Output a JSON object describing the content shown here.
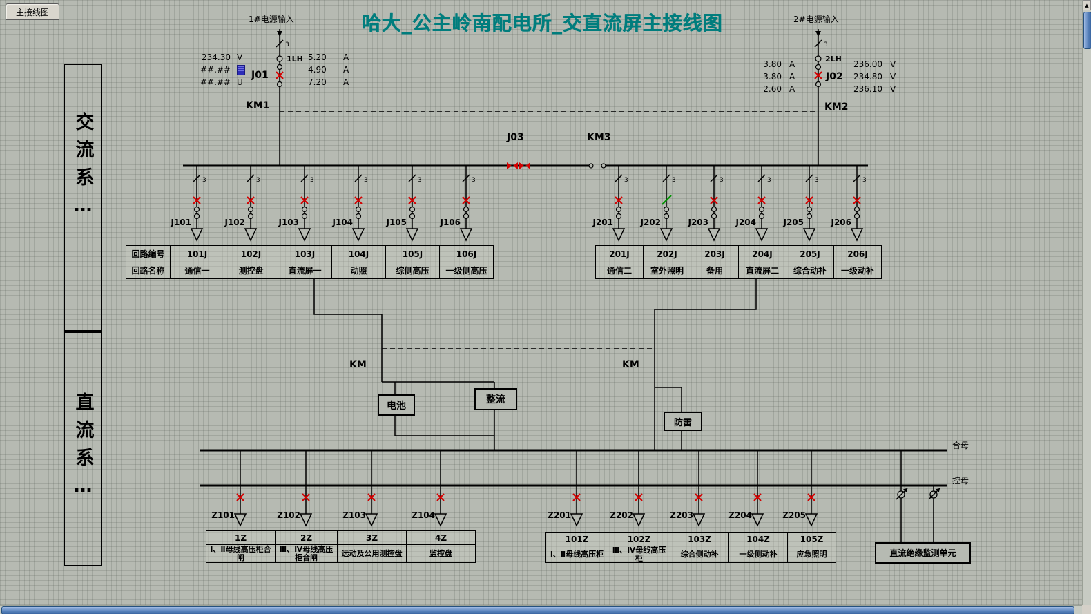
{
  "tab": "主接线图",
  "title": "哈大_公主岭南配电所_交直流屏主接线图",
  "side_panels": {
    "ac": "交流系…",
    "dc": "直流系…"
  },
  "symbols": {
    "phase": "3"
  },
  "source1": {
    "label": "1#电源输入",
    "ct": "1LH",
    "breaker": "J01",
    "contactor": "KM1",
    "voltages": [
      {
        "value": "234.30",
        "unit": "V"
      },
      {
        "value": "##.##",
        "unit": ""
      },
      {
        "value": "##.##",
        "unit": "U"
      }
    ],
    "currents": [
      {
        "value": "5.20",
        "unit": "A"
      },
      {
        "value": "4.90",
        "unit": "A"
      },
      {
        "value": "7.20",
        "unit": "A"
      }
    ]
  },
  "source2": {
    "label": "2#电源输入",
    "ct": "2LH",
    "breaker": "J02",
    "contactor": "KM2",
    "currents": [
      {
        "value": "3.80",
        "unit": "A"
      },
      {
        "value": "3.80",
        "unit": "A"
      },
      {
        "value": "2.60",
        "unit": "A"
      }
    ],
    "voltages": [
      {
        "value": "236.00",
        "unit": "V"
      },
      {
        "value": "234.80",
        "unit": "V"
      },
      {
        "value": "236.10",
        "unit": "V"
      }
    ]
  },
  "bus_tie": {
    "j03": "J03",
    "km3": "KM3"
  },
  "ac_table_headers": {
    "code": "回路编号",
    "name": "回路名称"
  },
  "ac_left": [
    {
      "tag": "J101",
      "code": "101J",
      "name": "通信一"
    },
    {
      "tag": "J102",
      "code": "102J",
      "name": "测控盘"
    },
    {
      "tag": "J103",
      "code": "103J",
      "name": "直流屏一"
    },
    {
      "tag": "J104",
      "code": "104J",
      "name": "动照"
    },
    {
      "tag": "J105",
      "code": "105J",
      "name": "综侧高压"
    },
    {
      "tag": "J106",
      "code": "106J",
      "name": "一级侧高压"
    }
  ],
  "ac_right": [
    {
      "tag": "J201",
      "code": "201J",
      "name": "通信二"
    },
    {
      "tag": "J202",
      "code": "202J",
      "name": "室外照明"
    },
    {
      "tag": "J203",
      "code": "203J",
      "name": "备用"
    },
    {
      "tag": "J204",
      "code": "204J",
      "name": "直流屏二"
    },
    {
      "tag": "J205",
      "code": "205J",
      "name": "综合动补"
    },
    {
      "tag": "J206",
      "code": "206J",
      "name": "一级动补"
    }
  ],
  "dc_section": {
    "km_left": "KM",
    "km_right": "KM",
    "battery": "电池",
    "rectifier": "整流",
    "arrester": "防雷",
    "bus_upper": "合母",
    "bus_lower": "控母",
    "monitor": "直流绝缘监测单元"
  },
  "dc_left": [
    {
      "tag": "Z101",
      "code": "1Z",
      "name": "Ⅰ、Ⅱ母线高压柜合闸"
    },
    {
      "tag": "Z102",
      "code": "2Z",
      "name": "Ⅲ、Ⅳ母线高压柜合闸"
    },
    {
      "tag": "Z103",
      "code": "3Z",
      "name": "远动及公用测控盘"
    },
    {
      "tag": "Z104",
      "code": "4Z",
      "name": "监控盘"
    }
  ],
  "dc_right": [
    {
      "tag": "Z201",
      "code": "101Z",
      "name": "Ⅰ、Ⅱ母线高压柜"
    },
    {
      "tag": "Z202",
      "code": "102Z",
      "name": "Ⅲ、Ⅳ母线高压柜"
    },
    {
      "tag": "Z203",
      "code": "103Z",
      "name": "综合侧动补"
    },
    {
      "tag": "Z204",
      "code": "104Z",
      "name": "一级侧动补"
    },
    {
      "tag": "Z205",
      "code": "105Z",
      "name": "应急照明"
    }
  ]
}
